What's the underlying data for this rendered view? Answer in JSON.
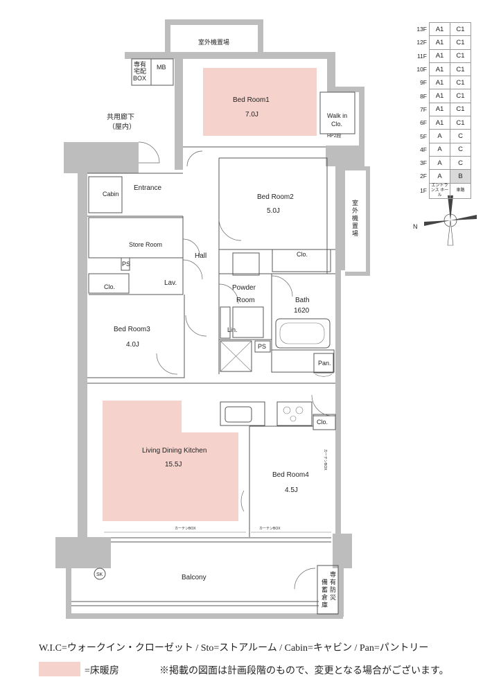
{
  "rooms": {
    "bed1": {
      "name": "Bed Room1",
      "size": "7.0J"
    },
    "bed2": {
      "name": "Bed Room2",
      "size": "5.0J"
    },
    "bed3": {
      "name": "Bed Room3",
      "size": "4.0J"
    },
    "bed4": {
      "name": "Bed Room4",
      "size": "4.5J"
    },
    "ldk": {
      "name": "Living Dining Kitchen",
      "size": "15.5J"
    },
    "bath": {
      "name": "Bath",
      "size": "1620"
    },
    "powder_line1": "Powder",
    "powder_line2": "Room",
    "entrance": "Entrance",
    "hall": "Hall",
    "store_room": "Store Room",
    "lav": "Lav.",
    "balcony": "Balcony"
  },
  "labels": {
    "outdoor_unit_top": "室外機置場",
    "outdoor_unit_side": [
      "室",
      "外",
      "機",
      "置",
      "場"
    ],
    "delivery_box": [
      "専有",
      "宅配",
      "BOX"
    ],
    "mb": "MB",
    "corridor": [
      "共用廊下",
      "（屋内）"
    ],
    "walk_in_clo": [
      "Walk in",
      "Clo."
    ],
    "hp2": "HP2段",
    "cabin": "Cabin",
    "ps": "PS",
    "clo": "Clo.",
    "lin": "Lin.",
    "pan": "Pan.",
    "sk": "SK",
    "curtain_box": "カーテンBOX",
    "storage_side": [
      "専",
      "有",
      "防",
      "災"
    ],
    "storage_side2": [
      "備",
      "蓄",
      "倉",
      "庫"
    ]
  },
  "floor_table": [
    {
      "floor": "13F",
      "a": "A1",
      "b": "C1"
    },
    {
      "floor": "12F",
      "a": "A1",
      "b": "C1"
    },
    {
      "floor": "11F",
      "a": "A1",
      "b": "C1"
    },
    {
      "floor": "10F",
      "a": "A1",
      "b": "C1"
    },
    {
      "floor": "9F",
      "a": "A1",
      "b": "C1"
    },
    {
      "floor": "8F",
      "a": "A1",
      "b": "C1"
    },
    {
      "floor": "7F",
      "a": "A1",
      "b": "C1"
    },
    {
      "floor": "6F",
      "a": "A1",
      "b": "C1"
    },
    {
      "floor": "5F",
      "a": "A",
      "b": "C"
    },
    {
      "floor": "4F",
      "a": "A",
      "b": "C"
    },
    {
      "floor": "3F",
      "a": "A",
      "b": "C"
    },
    {
      "floor": "2F",
      "a": "A",
      "b": "B"
    },
    {
      "floor": "1F",
      "a": "エントランス ホール",
      "b": "車路"
    }
  ],
  "compass": {
    "north_label": "N"
  },
  "legend": {
    "abbreviations": "W.I.C=ウォークイン・クローゼット / Sto=ストアルーム / Cabin=キャビン / Pan=パントリー",
    "floor_heating": "=床暖房",
    "note": "※掲載の図面は計画段階のもので、変更となる場合がございます。"
  },
  "colors": {
    "floor_heating": "#f5d2cb",
    "wall": "#bdbdbd"
  }
}
